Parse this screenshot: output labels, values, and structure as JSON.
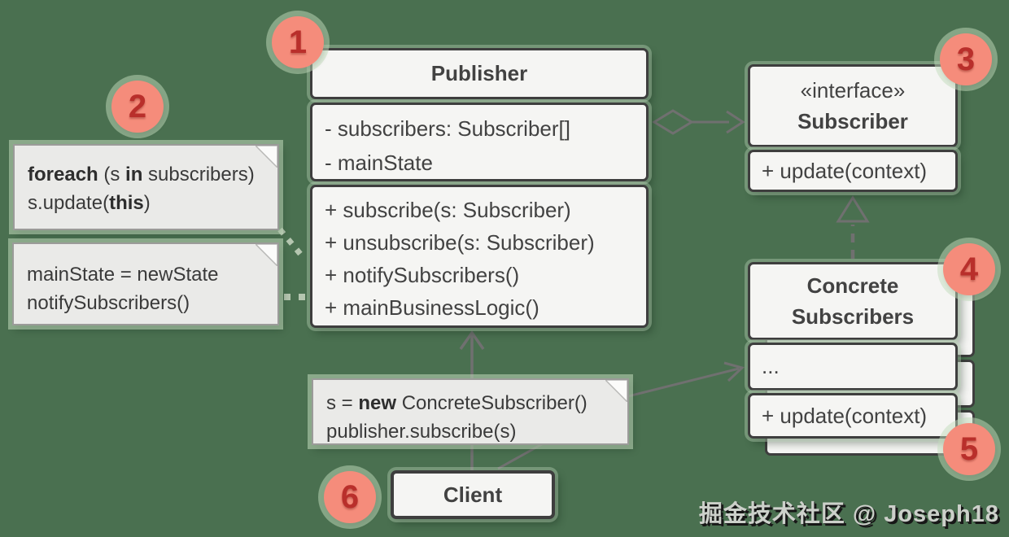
{
  "diagram_title": "Observer / Publisher-Subscriber UML diagram",
  "colors": {
    "background": "#4a7050",
    "box_fill": "#f5f5f3",
    "box_border": "#3e3e3e",
    "note_fill": "#eaeae8",
    "connector": "#707070",
    "note_connector": "#b5c6b0",
    "badge_fill": "#f58c7b",
    "badge_text": "#b92f2b"
  },
  "classes": {
    "publisher": {
      "title": "Publisher",
      "attributes": [
        "- subscribers: Subscriber[]",
        "- mainState"
      ],
      "methods": [
        "+ subscribe(s: Subscriber)",
        "+ unsubscribe(s: Subscriber)",
        "+ notifySubscribers()",
        "+ mainBusinessLogic()"
      ]
    },
    "subscriber": {
      "stereotype": "«interface»",
      "title": "Subscriber",
      "methods": [
        "+ update(context)"
      ]
    },
    "concrete_subscribers": {
      "title_line1": "Concrete",
      "title_line2": "Subscribers",
      "ellipsis": "...",
      "methods": [
        "+ update(context)"
      ]
    },
    "client": {
      "title": "Client"
    }
  },
  "notes": {
    "foreach": {
      "lines": [
        [
          {
            "t": "foreach",
            "b": 1
          },
          {
            "t": " (s "
          },
          {
            "t": "in",
            "b": 1
          },
          {
            "t": " subscribers)"
          }
        ],
        [
          {
            "t": "  s.update("
          },
          {
            "t": "this",
            "b": 1
          },
          {
            "t": ")"
          }
        ]
      ]
    },
    "state": {
      "lines": [
        [
          {
            "t": "mainState = newState"
          }
        ],
        [
          {
            "t": "notifySubscribers()"
          }
        ]
      ]
    },
    "construct": {
      "lines": [
        [
          {
            "t": "s = "
          },
          {
            "t": "new",
            "b": 1
          },
          {
            "t": " ConcreteSubscriber()"
          }
        ],
        [
          {
            "t": "publisher.subscribe(s)"
          }
        ]
      ]
    }
  },
  "badges": [
    "1",
    "2",
    "3",
    "4",
    "5",
    "6"
  ],
  "watermark": "掘金技术社区 @ Joseph18"
}
